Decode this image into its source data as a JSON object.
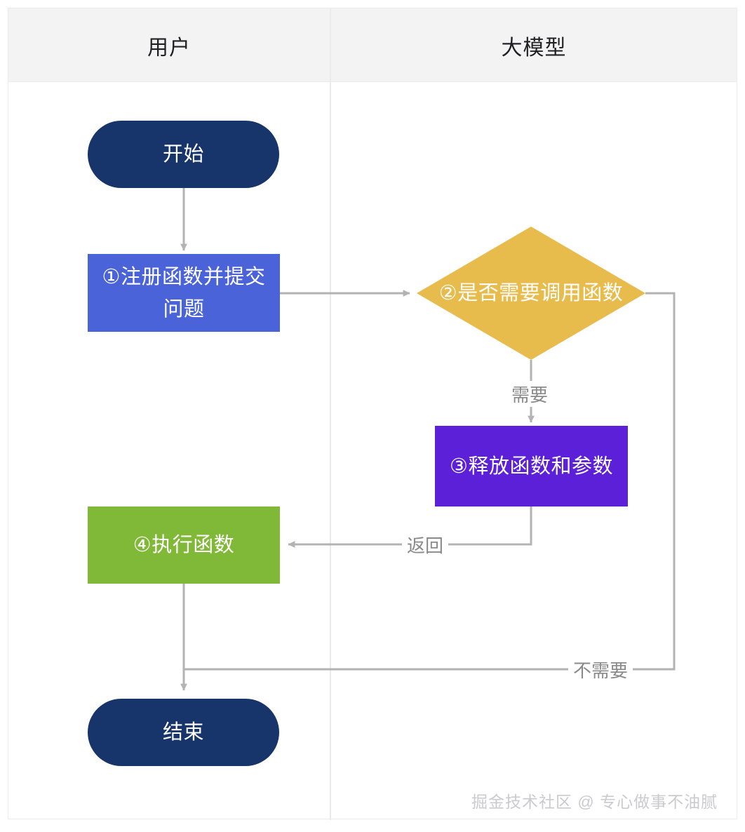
{
  "lanes": {
    "left_title": "用户",
    "right_title": "大模型"
  },
  "nodes": {
    "start": {
      "label": "开始",
      "color": "#17346b",
      "shape": "pill"
    },
    "register": {
      "label": "①注册函数并提交问题",
      "color": "#4b63d8",
      "shape": "rect"
    },
    "decision": {
      "label": "②是否需要调用函数",
      "color": "#e8bc4c",
      "shape": "diamond"
    },
    "release": {
      "label": "③释放函数和参数",
      "color": "#5b20d8",
      "shape": "rect"
    },
    "execute": {
      "label": "④执行函数",
      "color": "#80b837",
      "shape": "rect"
    },
    "end": {
      "label": "结束",
      "color": "#17346b",
      "shape": "pill"
    }
  },
  "edge_labels": {
    "need": "需要",
    "return": "返回",
    "not_need": "不需要"
  },
  "watermark": "掘金技术社区 @ 专心做事不油腻",
  "colors": {
    "connector": "#b3b3b3",
    "header_bg": "#f3f3f3",
    "border": "#e9ebec",
    "label_text": "#8a8a8a",
    "watermark": "#c9cbcd"
  }
}
